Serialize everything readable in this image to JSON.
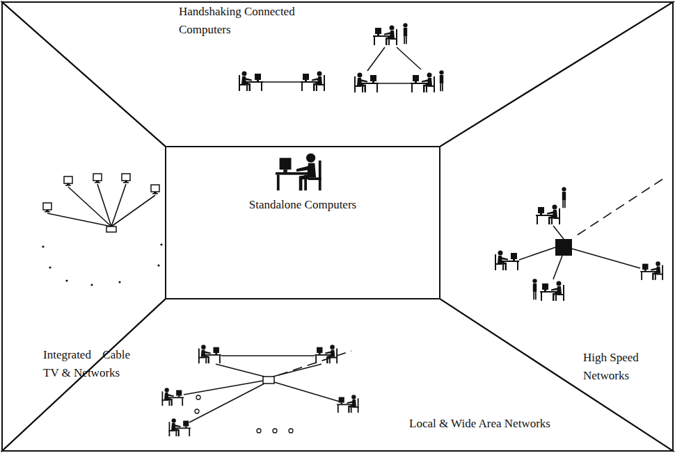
{
  "diagram": {
    "nodes": [
      {
        "text": [
          "Handshaking Connected Computers"
        ]
      },
      {
        "text": [
          "Integrated Cable TV & Networks"
        ]
      },
      {
        "text": [
          "Standalone Computers"
        ]
      },
      {
        "text": [
          "High Speed Networks"
        ]
      },
      {
        "text": [
          "Local & Wide Area Networks"
        ]
      }
    ]
  }
}
